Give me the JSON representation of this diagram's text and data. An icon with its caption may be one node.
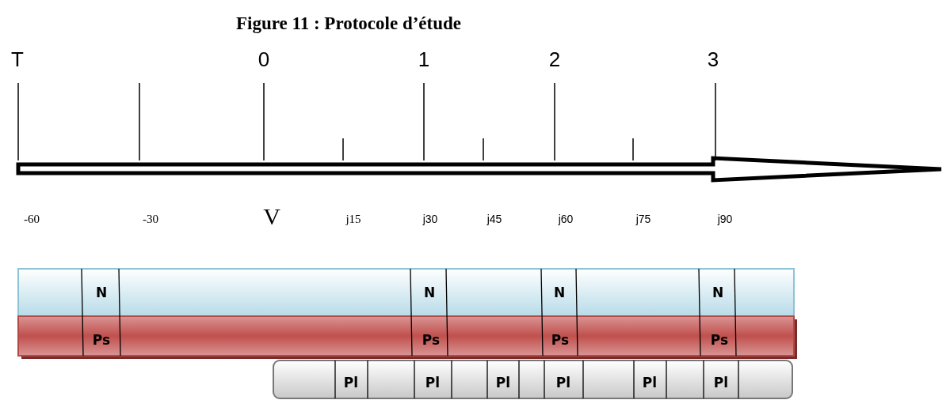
{
  "diagram": {
    "title": "Figure 11 : Protocole d’étude",
    "labels": [
      "T",
      "0",
      "1",
      "2",
      "3",
      "-60",
      "-30",
      "V",
      "j15",
      "j30",
      "j45",
      "j60",
      "j75",
      "j90",
      "N",
      "N",
      "N",
      "N",
      "Ps",
      "Ps",
      "Ps",
      "Ps",
      "Pl",
      "Pl",
      "Pl",
      "Pl",
      "Pl",
      "Pl"
    ]
  }
}
